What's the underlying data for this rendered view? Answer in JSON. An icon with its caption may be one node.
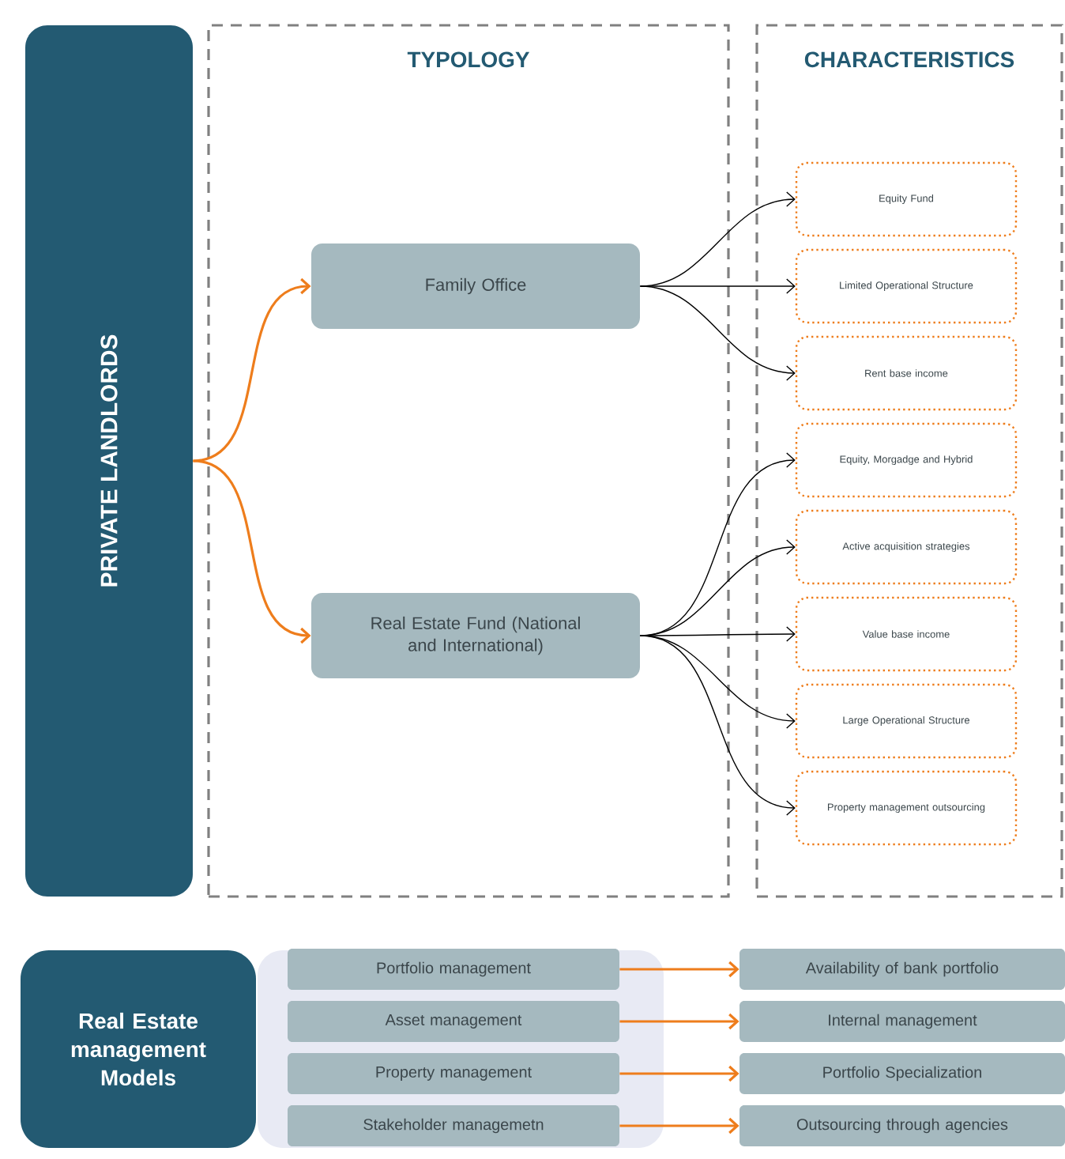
{
  "diagram": {
    "nodes": [
      {
        "text": [
          "PRIVATE LANDLORDS"
        ]
      },
      {
        "text": [
          "TYPOLOGY"
        ]
      },
      {
        "text": [
          "CHARACTERISTICS"
        ]
      },
      {
        "text": [
          "Family Office"
        ],
        "in": 1
      },
      {
        "text": [
          "Real Estate Fund (National and International)"
        ],
        "in": 1
      },
      {
        "text": [
          "Equity Fund"
        ],
        "in": 2
      },
      {
        "text": [
          "Limited Operational Structure"
        ],
        "in": 2
      },
      {
        "text": [
          "Rent base income"
        ],
        "in": 2
      },
      {
        "text": [
          "Equity, Morgadge and Hybrid"
        ],
        "in": 2
      },
      {
        "text": [
          "Active acquisition strategies"
        ],
        "in": 2
      },
      {
        "text": [
          "Value base income"
        ],
        "in": 2
      },
      {
        "text": [
          "Large Operational Structure"
        ],
        "in": 2
      },
      {
        "text": [
          "Property management outsourcing"
        ],
        "in": 2
      },
      {
        "text": [
          "Real Estate management Models"
        ]
      },
      {
        "text": [],
        "shape": "box"
      },
      {
        "text": [
          "Portfolio management"
        ],
        "in": 14
      },
      {
        "text": [
          "Asset management"
        ],
        "in": 14
      },
      {
        "text": [
          "Property management"
        ],
        "in": 14
      },
      {
        "text": [
          "Stakeholder managemetn"
        ],
        "in": 14
      },
      {
        "text": [
          "Availability of bank portfolio"
        ]
      },
      {
        "text": [
          "Internal management"
        ]
      },
      {
        "text": [
          "Portfolio Specialization"
        ]
      },
      {
        "text": [
          "Outsourcing through agencies"
        ]
      }
    ],
    "edges": [
      {
        "from": 0,
        "to": 3,
        "arrow": "to",
        "color": "#ee7d1c"
      },
      {
        "from": 0,
        "to": 4,
        "arrow": "to",
        "color": "#ee7d1c"
      },
      {
        "from": 3,
        "to": 5,
        "arrow": "to"
      },
      {
        "from": 3,
        "to": 6,
        "arrow": "to"
      },
      {
        "from": 3,
        "to": 7,
        "arrow": "to"
      },
      {
        "from": 4,
        "to": 8,
        "arrow": "to"
      },
      {
        "from": 4,
        "to": 9,
        "arrow": "to"
      },
      {
        "from": 4,
        "to": 10,
        "arrow": "to"
      },
      {
        "from": 4,
        "to": 11,
        "arrow": "to"
      },
      {
        "from": 4,
        "to": 12,
        "arrow": "to"
      },
      {
        "from": 15,
        "to": 19,
        "arrow": "to",
        "color": "#ee7d1c"
      },
      {
        "from": 16,
        "to": 20,
        "arrow": "to",
        "color": "#ee7d1c"
      },
      {
        "from": 17,
        "to": 21,
        "arrow": "to",
        "color": "#ee7d1c"
      },
      {
        "from": 18,
        "to": 22,
        "arrow": "to",
        "color": "#ee7d1c"
      }
    ]
  }
}
